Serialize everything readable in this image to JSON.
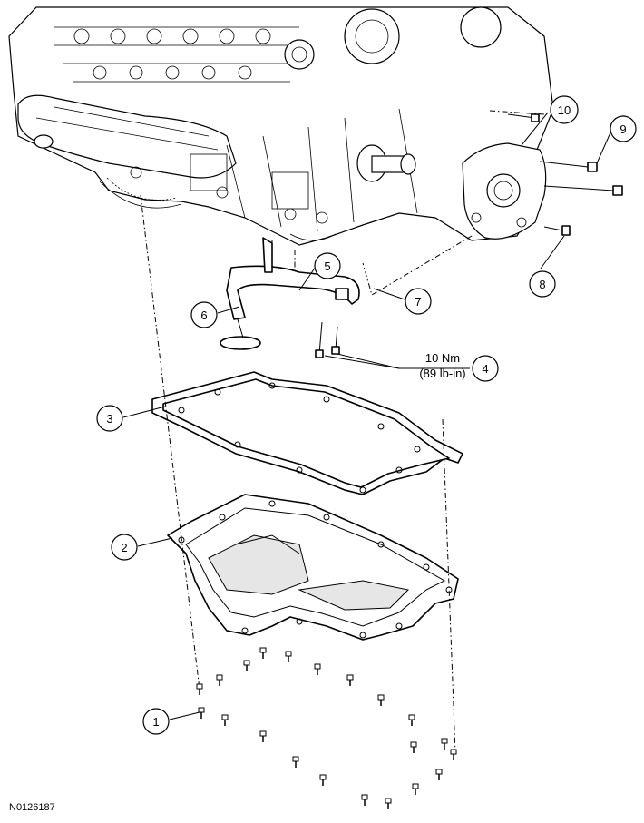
{
  "figure_id": "N0126187",
  "torque": {
    "line1": "10 Nm",
    "line2": "(89 lb-in)"
  },
  "callouts": [
    {
      "id": "c1",
      "label": "1"
    },
    {
      "id": "c2",
      "label": "2"
    },
    {
      "id": "c3",
      "label": "3"
    },
    {
      "id": "c4",
      "label": "4"
    },
    {
      "id": "c5",
      "label": "5"
    },
    {
      "id": "c6",
      "label": "6"
    },
    {
      "id": "c7",
      "label": "7"
    },
    {
      "id": "c8",
      "label": "8"
    },
    {
      "id": "c9",
      "label": "9"
    },
    {
      "id": "c10",
      "label": "10"
    }
  ],
  "parts": {
    "engine": "engine-block",
    "oil_pan": "oil-pan",
    "gasket": "oil-pan-gasket",
    "pickup_tube": "oil-pickup-tube",
    "oil_pump": "oil-pump",
    "bolts": "oil-pan-bolts"
  }
}
